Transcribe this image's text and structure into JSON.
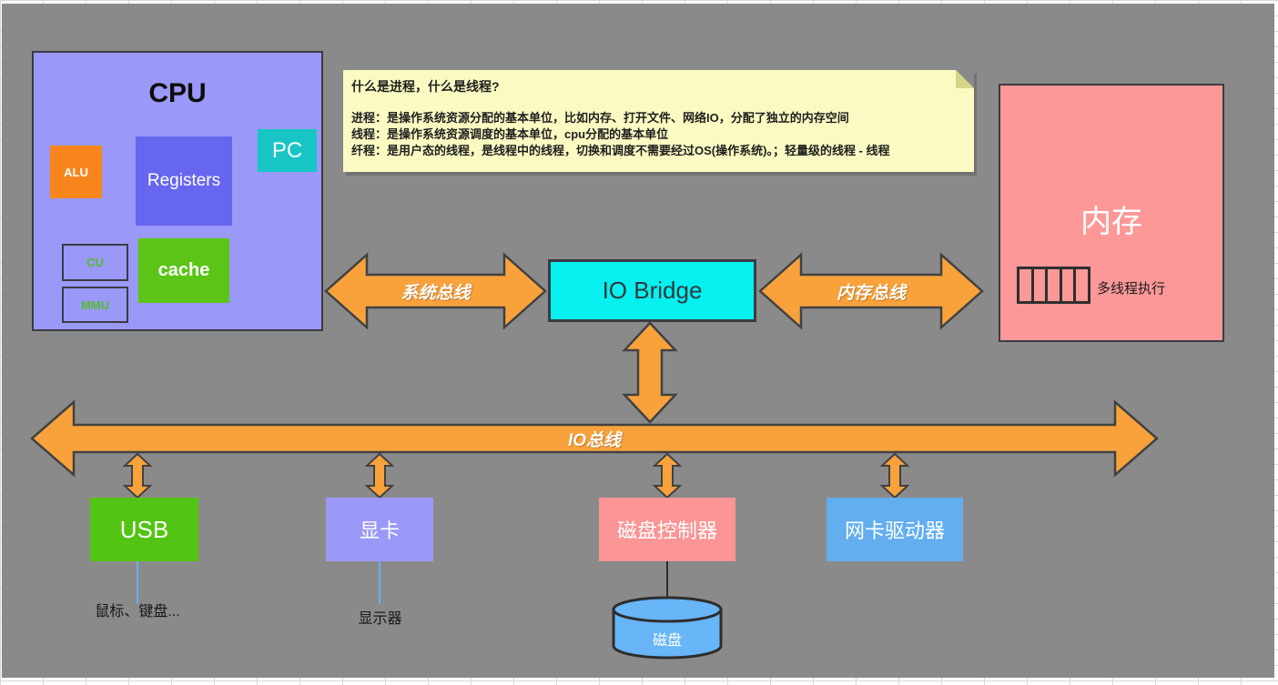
{
  "cpu": {
    "title": "CPU",
    "alu": "ALU",
    "registers": "Registers",
    "pc": "PC",
    "cu": "CU",
    "mmu": "MMU",
    "cache": "cache"
  },
  "note": {
    "title": "什么是进程，什么是线程?",
    "lines": [
      "进程：是操作系统资源分配的基本单位，比如内存、打开文件、网络IO，分配了独立的内存空间",
      "线程：是操作系统资源调度的基本单位，cpu分配的基本单位",
      "纤程：是用户态的线程，是线程中的线程，切换和调度不需要经过OS(操作系统)。；轻量级的线程 - 线程"
    ]
  },
  "memory": {
    "title": "内存",
    "thread_label": "多线程执行"
  },
  "io_bridge": {
    "label": "IO Bridge"
  },
  "buses": {
    "system": "系统总线",
    "memory": "内存总线",
    "io": "IO总线"
  },
  "devices": {
    "usb": {
      "label": "USB",
      "attached": "鼠标、键盘..."
    },
    "gpu": {
      "label": "显卡",
      "attached": "显示器"
    },
    "disk_controller": {
      "label": "磁盘控制器",
      "attached": "磁盘"
    },
    "nic": {
      "label": "网卡驱动器"
    }
  },
  "colors": {
    "canvas": "#8a8a8a",
    "arrow": "#f9a23c",
    "cpu_box": "#9a99f7",
    "registers": "#6766ee",
    "alu": "#f8861d",
    "pc": "#17c6c4",
    "cache": "#5cc417",
    "cu_mmu_text": "#55bb2a",
    "memory_box": "#fd9898",
    "io_bridge": "#06f0f0",
    "note": "#fafac2",
    "usb": "#53c413",
    "gpu": "#9a99f7",
    "disk_controller": "#fc9595",
    "nic": "#62aeef",
    "disk": "#68b5f7",
    "attach_line": "#6aaef5"
  }
}
